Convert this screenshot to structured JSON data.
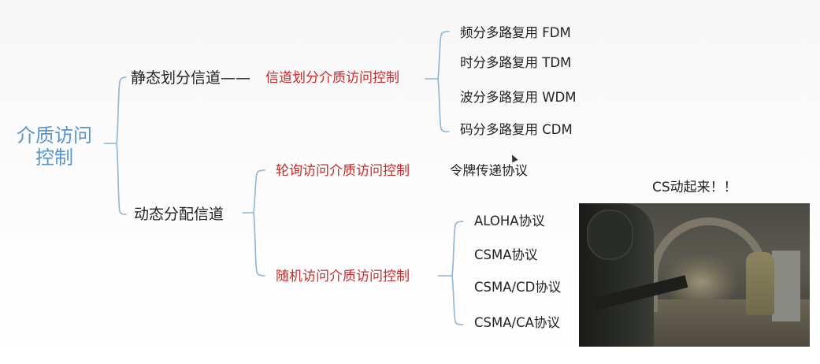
{
  "root": {
    "line1": "介质访问",
    "line2": "控制"
  },
  "static": {
    "label": "静态划分信道——",
    "sub": "信道划分介质访问控制",
    "items": [
      "频分多路复用 FDM",
      "时分多路复用 TDM",
      "波分多路复用 WDM",
      "码分多路复用 CDM"
    ]
  },
  "dynamic": {
    "label": "动态分配信道",
    "polling": {
      "label": "轮询访问介质访问控制",
      "item": "令牌传递协议"
    },
    "random": {
      "label": "随机访问介质访问控制",
      "items": [
        "ALOHA协议",
        "CSMA协议",
        "CSMA/CD协议",
        "CSMA/CA协议"
      ]
    }
  },
  "photo": {
    "caption": "CS动起来！！"
  },
  "colors": {
    "root": "#5a93c7",
    "bracket": "#8fb4d6",
    "red": "#c62a2a"
  }
}
